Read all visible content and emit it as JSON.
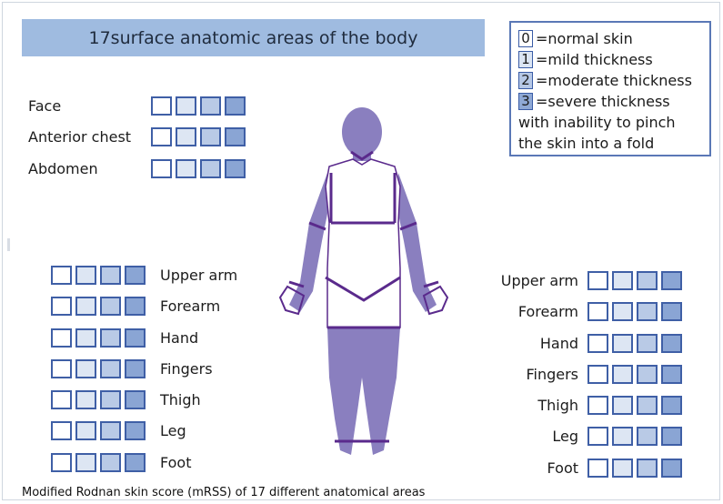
{
  "title": "17surface anatomic areas of the body",
  "legend": {
    "items": [
      {
        "code": "0",
        "text": "=normal skin"
      },
      {
        "code": "1",
        "text": "=mild thickness"
      },
      {
        "code": "2",
        "text": "=moderate thickness"
      },
      {
        "code": "3",
        "text": "=severe thickness"
      }
    ],
    "note_line1": "with inability to pinch",
    "note_line2": "the skin into a fold"
  },
  "trunk_areas": [
    "Face",
    "Anterior chest",
    "Abdomen"
  ],
  "left_limb_areas": [
    "Upper arm",
    "Forearm",
    "Hand",
    "Fingers",
    "Thigh",
    "Leg",
    "Foot"
  ],
  "right_limb_areas": [
    "Upper arm",
    "Forearm",
    "Hand",
    "Fingers",
    "Thigh",
    "Leg",
    "Foot"
  ],
  "score_levels": [
    0,
    1,
    2,
    3
  ],
  "colors": {
    "title_bg": "#9fbbe0",
    "box_border": "#3f5fa6",
    "figure_fill": "#8a7fbf",
    "divider_line": "#5a2a8c"
  },
  "caption": "Modified Rodnan skin score (mRSS) of 17 different anatomical areas"
}
